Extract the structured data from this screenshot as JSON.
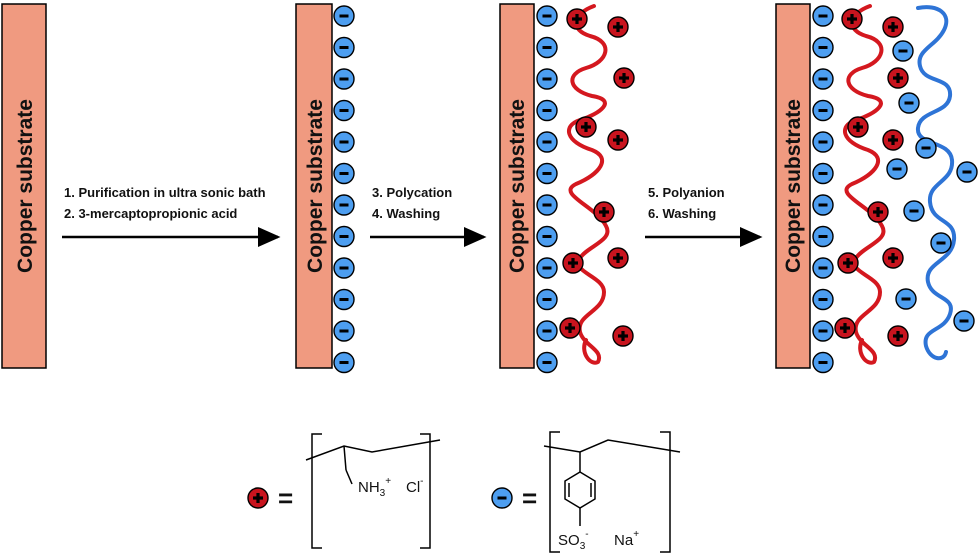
{
  "substrate_label": "Copper substrate",
  "steps": [
    {
      "line1": "1.  Purification in ultra sonic bath",
      "line2": "2.  3-mercaptopropionic acid"
    },
    {
      "line1": "3.  Polycation",
      "line2": "4.  Washing"
    },
    {
      "line1": "5.  Polyanion",
      "line2": "6.  Washing"
    }
  ],
  "legend": {
    "equals": "=",
    "polycation": {
      "amine": "NH",
      "amine_sub": "3",
      "amine_sup": "+",
      "counter": "Cl",
      "counter_sup": "-"
    },
    "polyanion": {
      "sulfonate": "SO",
      "sulfonate_sub": "3",
      "sulfonate_sup": "-",
      "counter": "Na",
      "counter_sup": "+"
    }
  },
  "colors": {
    "substrate": "#F09A80",
    "negative": "#4D9EF0",
    "positive": "#C8141E",
    "polycation_chain": "#D4181F",
    "polyanion_chain": "#2E74D6"
  }
}
